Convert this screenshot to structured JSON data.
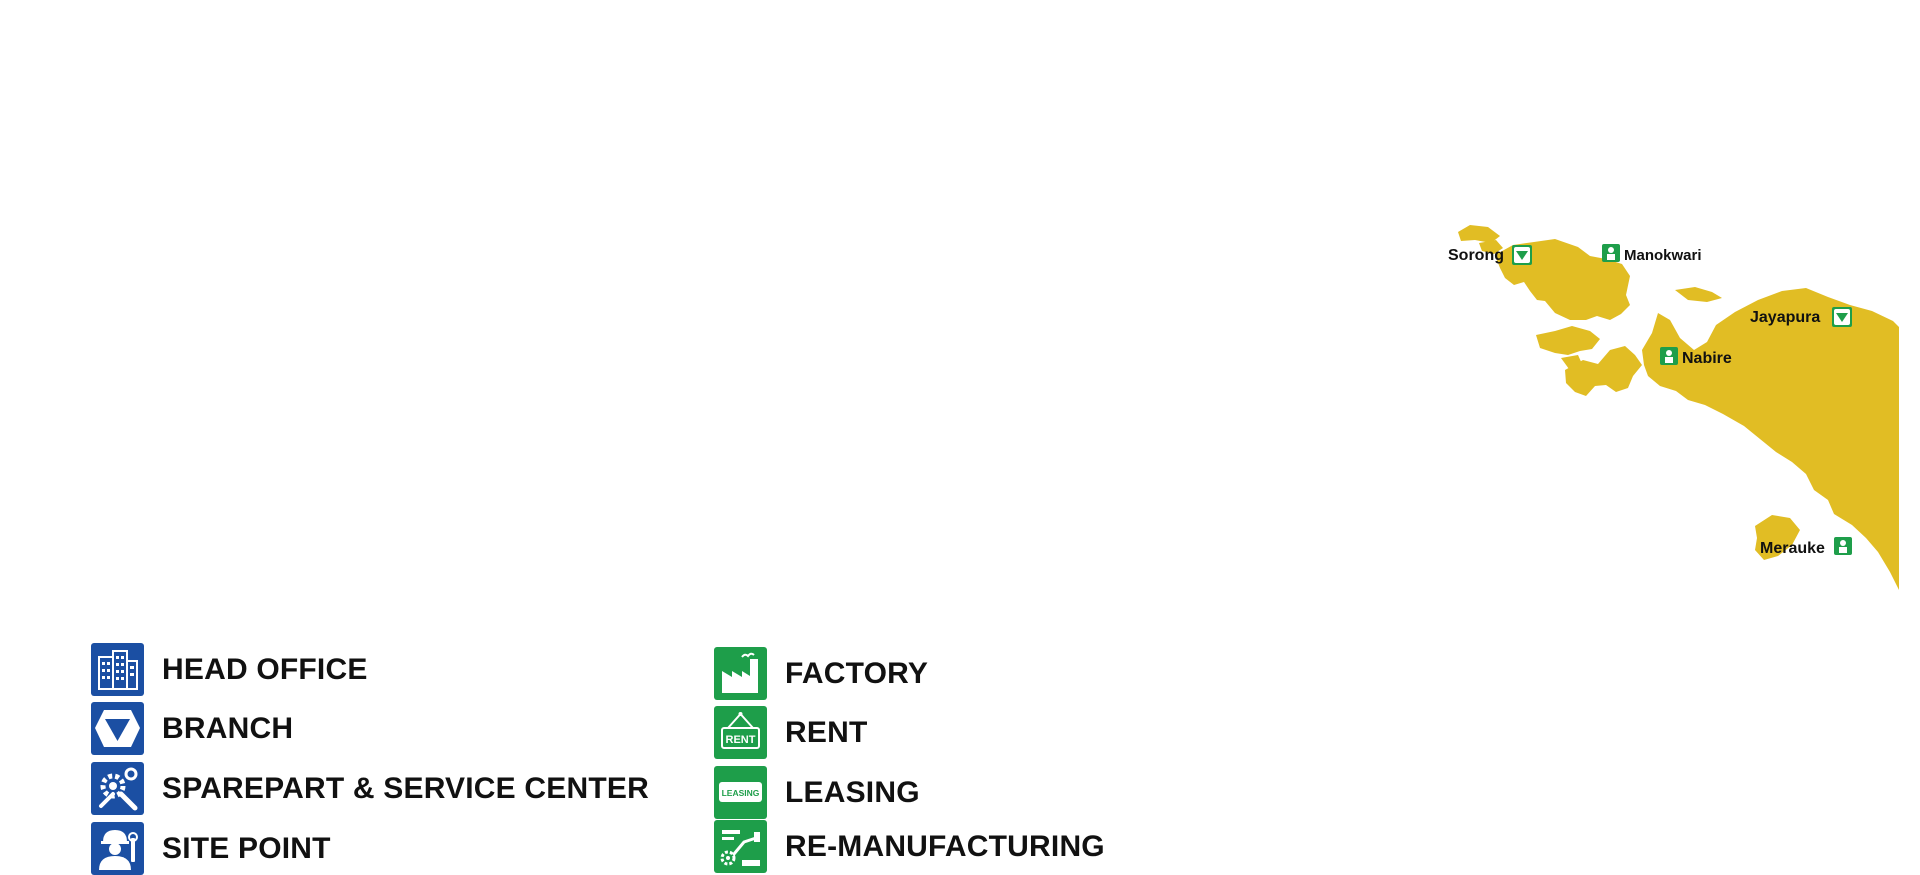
{
  "colors": {
    "land": "#e1bd24",
    "blue": "#1b4fa3",
    "green": "#1e9e4a",
    "label": "#111111"
  },
  "map": {
    "cities": [
      {
        "name": "Sorong",
        "icon": "branch-icon"
      },
      {
        "name": "Manokwari",
        "icon": "site-point-icon"
      },
      {
        "name": "Jayapura",
        "icon": "branch-icon"
      },
      {
        "name": "Nabire",
        "icon": "site-point-icon"
      },
      {
        "name": "Merauke",
        "icon": "site-point-icon"
      }
    ]
  },
  "legend": {
    "left": [
      {
        "label": "HEAD OFFICE",
        "icon": "head-office-icon"
      },
      {
        "label": "BRANCH",
        "icon": "branch-icon"
      },
      {
        "label": "SPAREPART & SERVICE CENTER",
        "icon": "sparepart-service-icon"
      },
      {
        "label": "SITE POINT",
        "icon": "site-point-icon"
      }
    ],
    "right": [
      {
        "label": "FACTORY",
        "icon": "factory-icon"
      },
      {
        "label": "RENT",
        "icon": "rent-icon",
        "icon_text": "RENT"
      },
      {
        "label": "LEASING",
        "icon": "leasing-icon",
        "icon_text": "LEASING"
      },
      {
        "label": "RE-MANUFACTURING",
        "icon": "re-manufacturing-icon"
      }
    ]
  }
}
